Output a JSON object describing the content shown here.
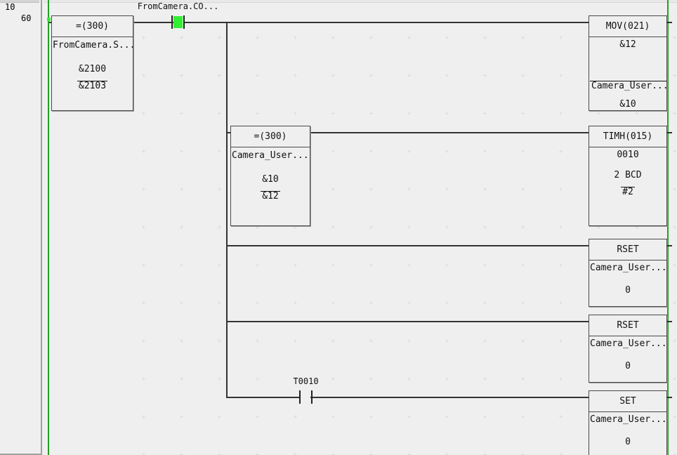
{
  "gutter": {
    "rung_step": "10",
    "rung_address": "60"
  },
  "colors": {
    "rail": "#22a022",
    "energized": "#33ee33",
    "wire": "#333333",
    "canvas": "#efefef"
  },
  "rung": {
    "contacts": [
      {
        "name": "FromCamera.CO...",
        "label": "FromCamera.CO...",
        "type": "normally-open",
        "energized": true
      },
      {
        "name": "T0010",
        "label": "T0010",
        "type": "normally-open",
        "energized": false
      }
    ],
    "blocks": [
      {
        "id": "cmp-fromcamera",
        "header": "=(300)",
        "operands": [
          "FromCamera.S...",
          "&2100",
          "&2103"
        ],
        "last_operand_overline": true
      },
      {
        "id": "mov",
        "header": "MOV(021)",
        "operands": [
          "&12",
          "Camera_User....",
          "&10"
        ],
        "operand_overline_index": 1
      },
      {
        "id": "cmp-camerauser",
        "header": "=(300)",
        "operands": [
          "Camera_User....",
          "&10",
          "&12"
        ],
        "last_operand_overline": true
      },
      {
        "id": "timh",
        "header": "TIMH(015)",
        "operands": [
          "0010",
          "2 BCD",
          "#2"
        ],
        "last_operand_overline": true
      },
      {
        "id": "rset-1",
        "header": "RSET",
        "operands": [
          "Camera_User....",
          "0"
        ]
      },
      {
        "id": "rset-2",
        "header": "RSET",
        "operands": [
          "Camera_User....",
          "0"
        ]
      },
      {
        "id": "set-1",
        "header": "SET",
        "operands": [
          "Camera_User....",
          "0"
        ]
      }
    ]
  }
}
